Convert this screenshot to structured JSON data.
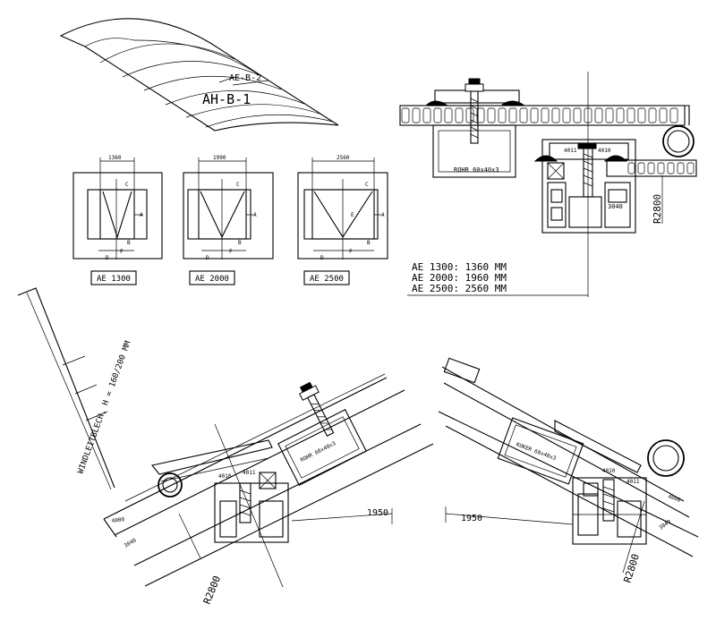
{
  "iso": {
    "label_ab2": "AE-B-2",
    "label_ab1": "AH-B-1"
  },
  "elevations": [
    {
      "width_dim": "1360",
      "caption": "AE 1300",
      "c": "C",
      "a": "A",
      "b": "B",
      "d": "D",
      "f": "F",
      "e": ""
    },
    {
      "width_dim": "1990",
      "caption": "AE 2000",
      "c": "C",
      "a": "A",
      "b": "B",
      "d": "D",
      "f": "F",
      "e": ""
    },
    {
      "width_dim": "2560",
      "caption": "AE 2500",
      "c": "C",
      "a": "A",
      "b": "B",
      "d": "D",
      "f": "F",
      "e": "E"
    }
  ],
  "detail_top": {
    "rohr": "ROHR 60x40x3",
    "p4011": "4011",
    "p4010": "4010",
    "p3040": "3040",
    "r2800": "R2800",
    "table": [
      "AE 1300: 1360 MM",
      "AE 2000: 1960 MM",
      "AE 2500: 2560 MM"
    ]
  },
  "detail_left": {
    "windleitblech": "WINDLEITBLECH, H = 160/200 MM",
    "rohr": "ROHR 60x40x3",
    "p4010": "4010",
    "p4011": "4011",
    "p4000": "4000",
    "p3040": "3040",
    "r2800": "R2800",
    "dim1950": "1950"
  },
  "detail_right": {
    "koker": "KOKER 60x40x3",
    "p4010": "4010",
    "p4011": "4011",
    "p4000": "4000",
    "p3040": "3040",
    "r2800": "R2800",
    "dim1950": "1950"
  }
}
